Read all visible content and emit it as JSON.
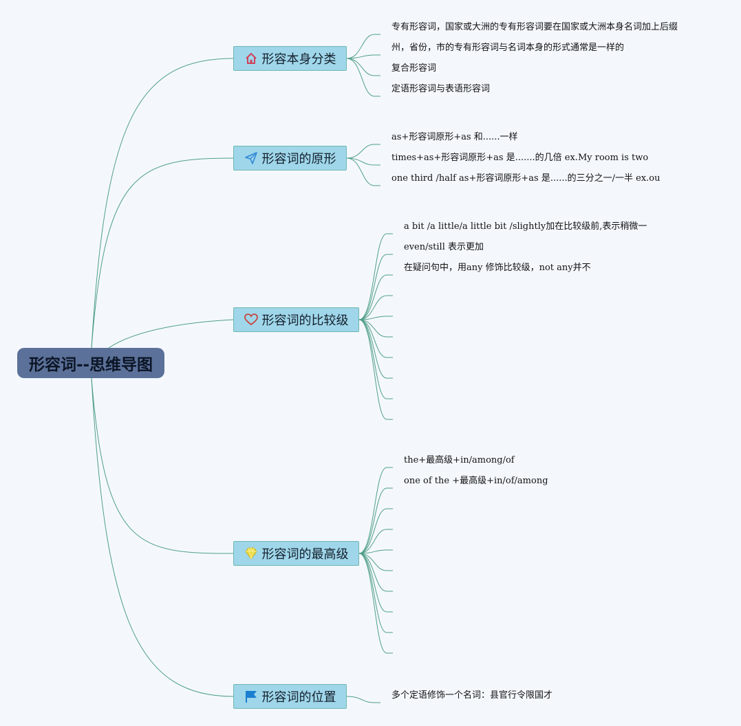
{
  "root": {
    "label": "形容词--思维导图"
  },
  "branches": [
    {
      "label": "形容本身分类",
      "icon": "house-icon",
      "leaves": [
        "专有形容词，国家或大洲的专有形容词要在国家或大洲本身名词加上后缀",
        "州，省份，市的专有形容词与名词本身的形式通常是一样的",
        "复合形容词",
        "定语形容词与表语形容词"
      ]
    },
    {
      "label": "形容词的原形",
      "icon": "paper-plane-icon",
      "leaves": [
        "as+形容词原形+as 和......一样",
        "times+as+形容词原形+as 是.......的几倍 ex.My room is two",
        "one third /half as+形容词原形+as 是......的三分之一/一半 ex.ou"
      ]
    },
    {
      "label": "形容词的比较级",
      "icon": "heart-icon",
      "leaves": [
        "a bit /a little/a little bit /slightly加在比较级前,表示稍微一",
        "even/still 表示更加",
        "在疑问句中，用any 修饰比较级，not any并不",
        "",
        "",
        "",
        "",
        "",
        "",
        ""
      ]
    },
    {
      "label": "形容词的最高级",
      "icon": "diamond-icon",
      "leaves": [
        "the+最高级+in/among/of",
        "one of the +最高级+in/of/among",
        "",
        "",
        "",
        "",
        "",
        "",
        "",
        ""
      ]
    },
    {
      "label": "形容词的位置",
      "icon": "flag-icon",
      "leaves": [
        "多个定语修饰一个名词：县官行令限国才"
      ]
    }
  ],
  "colors": {
    "line": "#4f9e86",
    "root_bg": "#5b7199",
    "branch_bg": "#9fd6ea",
    "house": "#d0405a",
    "plane": "#3a8fd8",
    "heart": "#c8443c",
    "diamond": "#e8d840",
    "flag": "#1a7fd0"
  }
}
